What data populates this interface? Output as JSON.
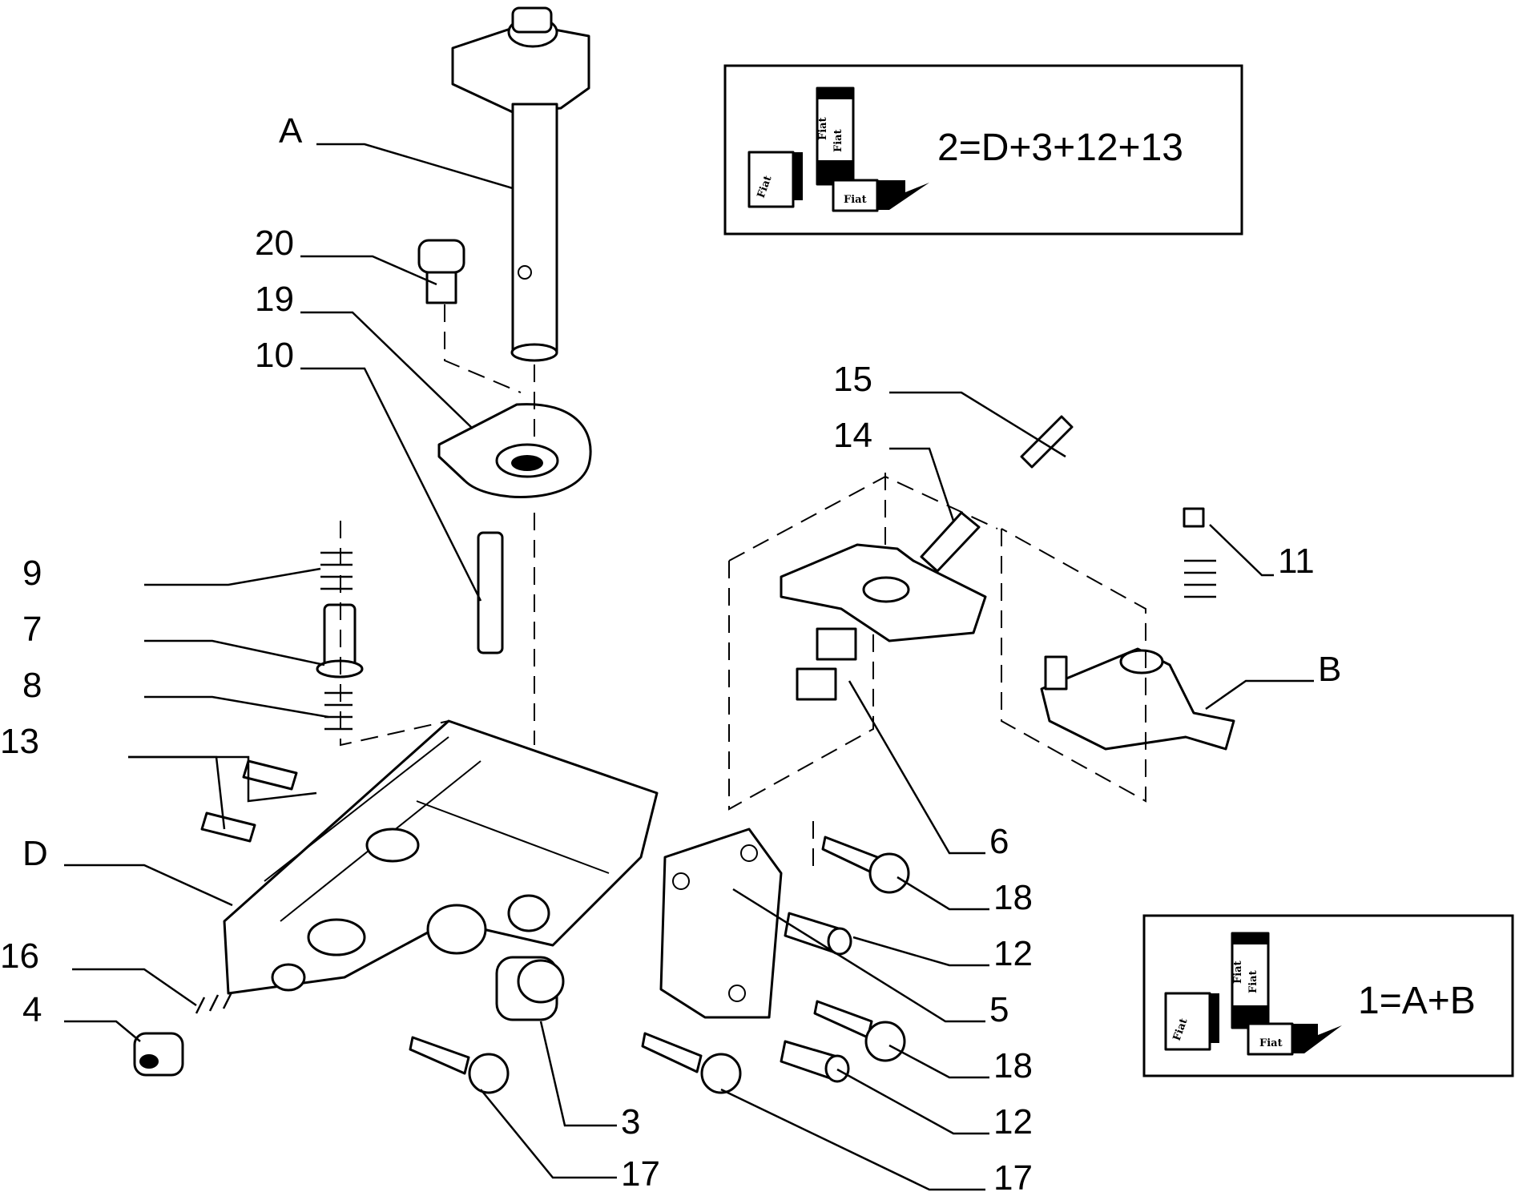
{
  "callouts": {
    "A": "A",
    "n20": "20",
    "n19": "19",
    "n10": "10",
    "n9": "9",
    "n7": "7",
    "n8": "8",
    "n13": "13",
    "D": "D",
    "n16": "16",
    "n4": "4",
    "n15": "15",
    "n14": "14",
    "n11": "11",
    "B": "B",
    "n6": "6",
    "n18a": "18",
    "n12a": "12",
    "n5": "5",
    "n18b": "18",
    "n12b": "12",
    "n3": "3",
    "n17a": "17",
    "n17b": "17"
  },
  "kits": [
    {
      "formula": "2=D+3+12+13",
      "logo_text": [
        "Fiat",
        "Fiat",
        "Fiat",
        "Fiat"
      ]
    },
    {
      "formula": "1=A+B",
      "logo_text": [
        "Fiat",
        "Fiat",
        "Fiat",
        "Fiat"
      ]
    }
  ]
}
